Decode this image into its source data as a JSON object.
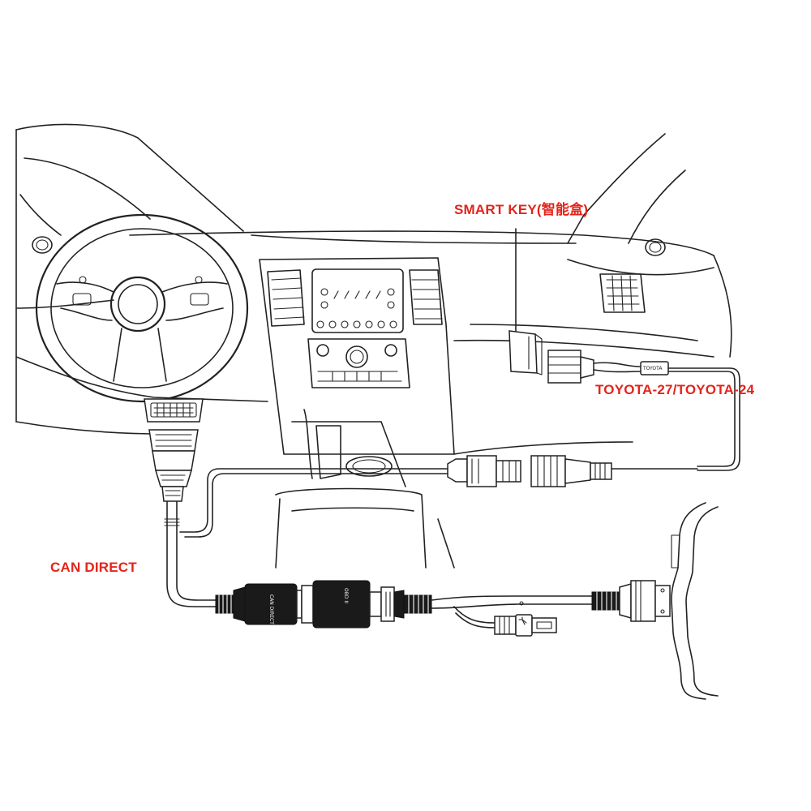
{
  "labels": {
    "smart_key": "SMART KEY(智能盒)",
    "toyota": "TOYOTA-27/TOYOTA-24",
    "can_direct": "CAN DIRECT"
  },
  "connector_text": {
    "can_direct_body": "CAN DIRECT",
    "obd_adapter": "OBD II",
    "toyota_tag": "TOYOTA"
  },
  "colors": {
    "label_red": "#e3241b",
    "line": "#222222",
    "connector": "#1a1a1a"
  },
  "icons": [
    "steering-wheel-icon",
    "obd-port-icon",
    "usb-icon"
  ]
}
